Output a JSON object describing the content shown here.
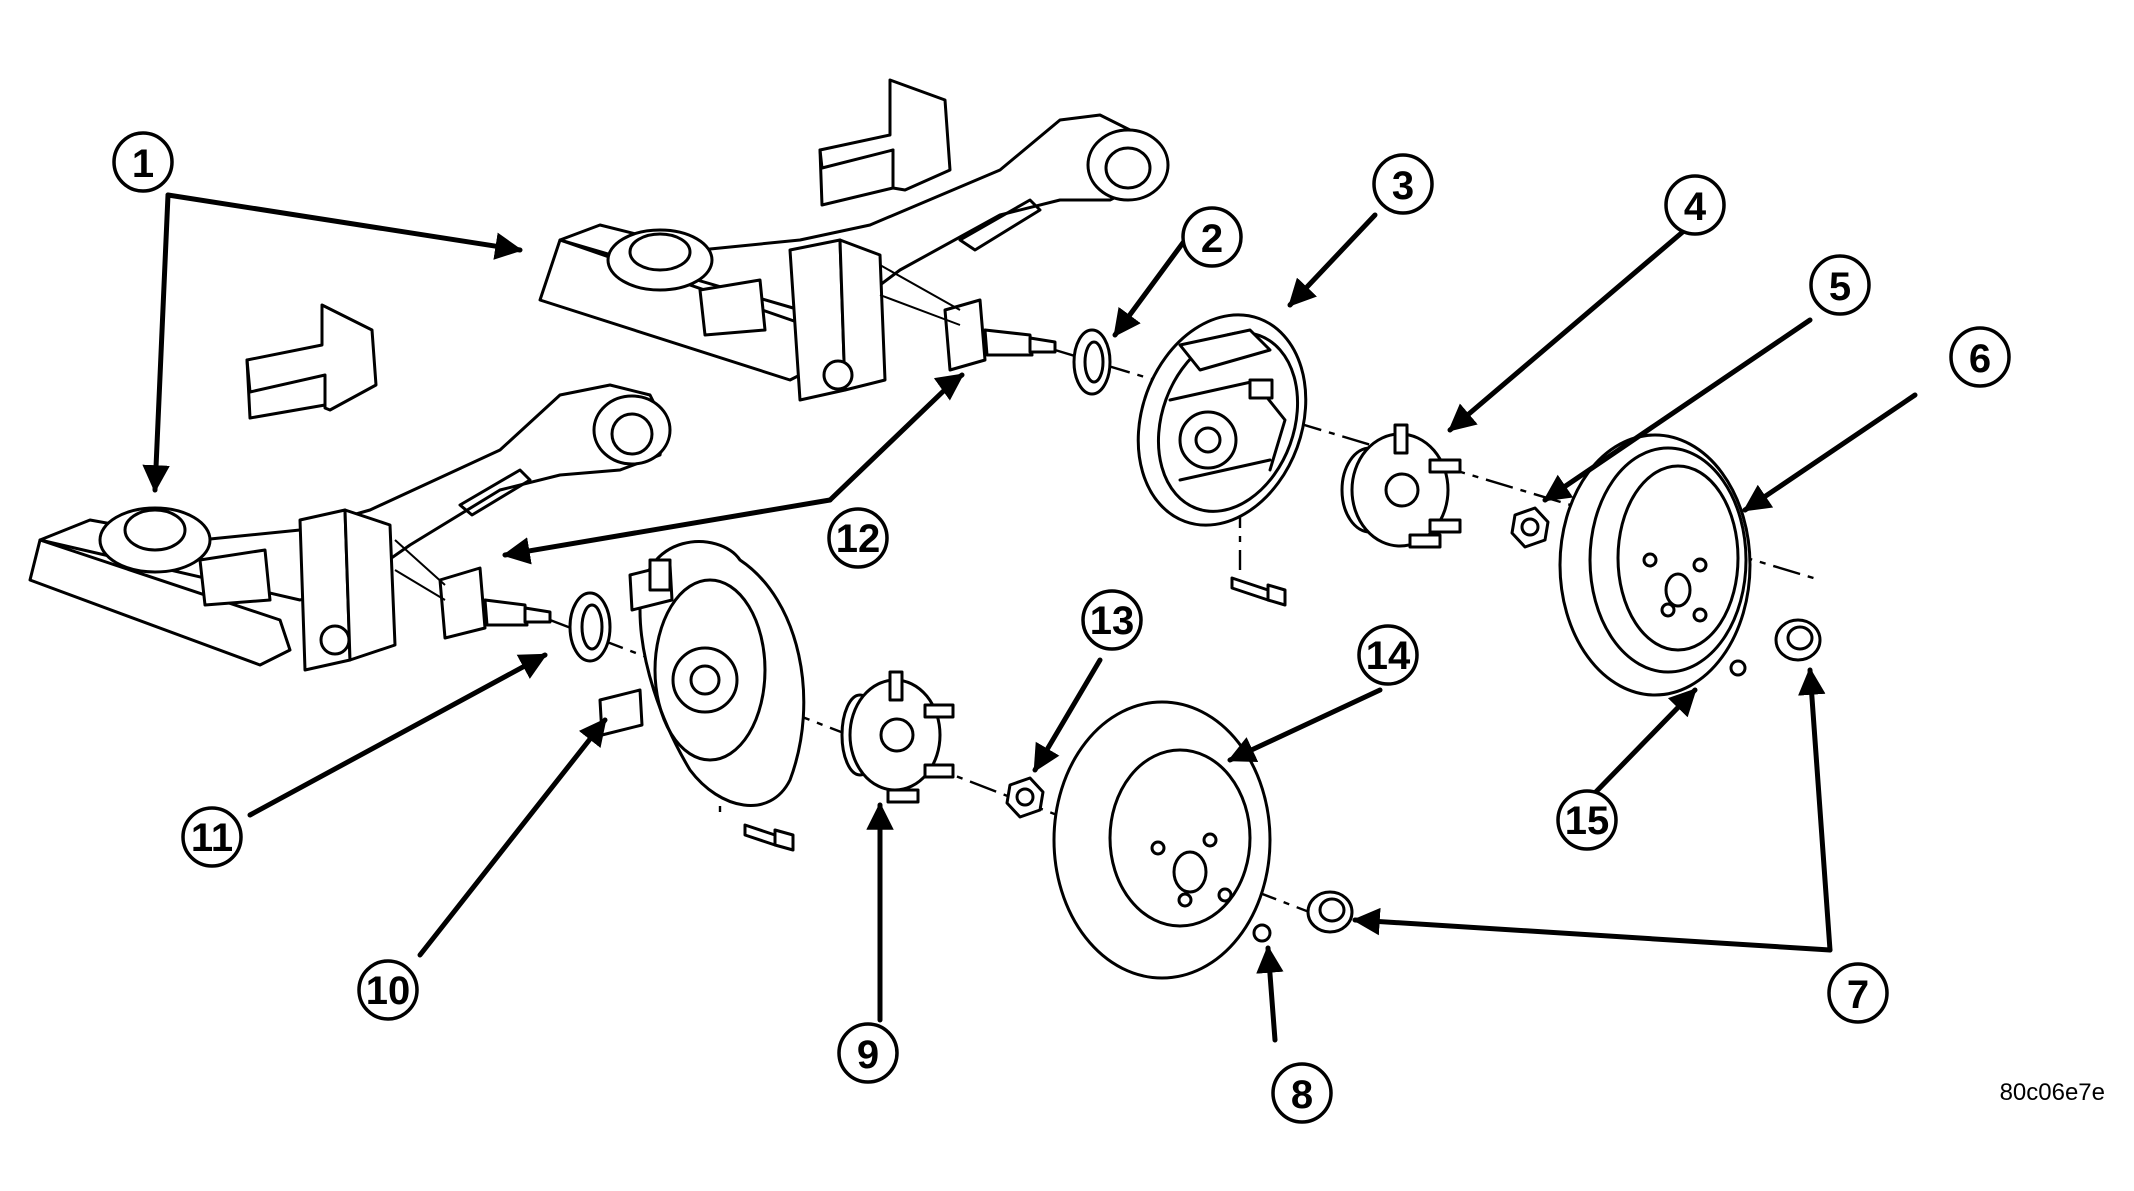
{
  "figure_code": "80c06e7e",
  "callouts": [
    {
      "number": "1"
    },
    {
      "number": "2"
    },
    {
      "number": "3"
    },
    {
      "number": "4"
    },
    {
      "number": "5"
    },
    {
      "number": "6"
    },
    {
      "number": "7"
    },
    {
      "number": "8"
    },
    {
      "number": "9"
    },
    {
      "number": "10"
    },
    {
      "number": "11"
    },
    {
      "number": "12"
    },
    {
      "number": "13"
    },
    {
      "number": "14"
    },
    {
      "number": "15"
    }
  ]
}
